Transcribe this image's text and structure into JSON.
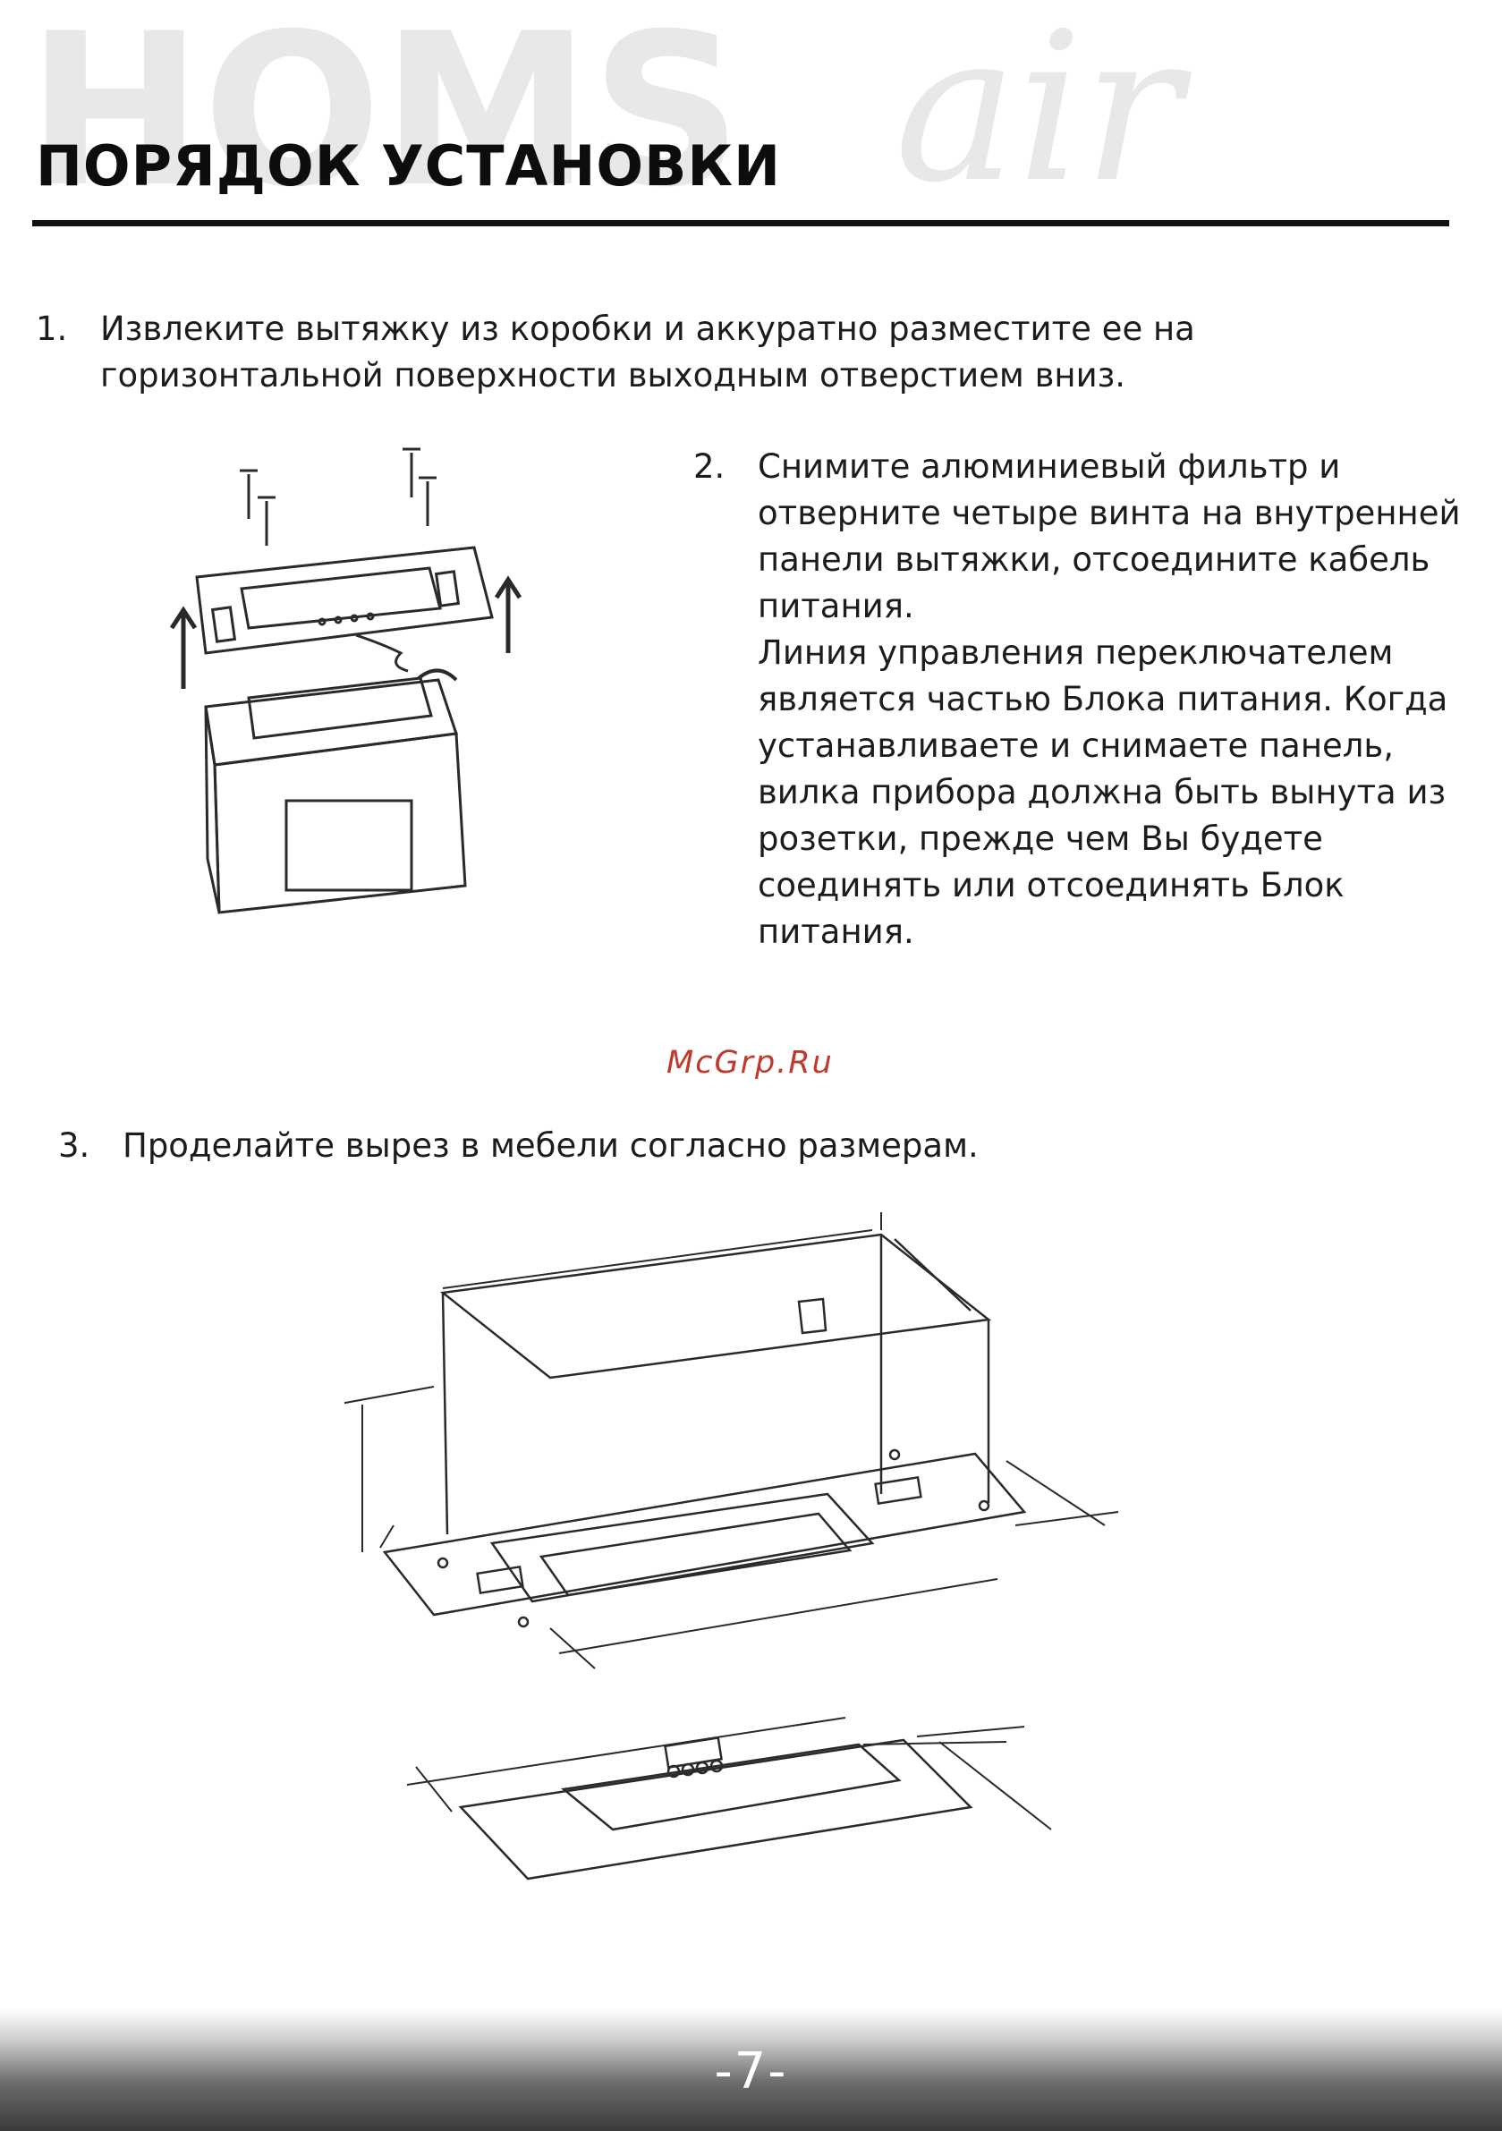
{
  "brand": {
    "logo_text": "HOMS",
    "logo_script": "air",
    "logo_color": "#e6e6e6"
  },
  "header": {
    "title": "ПОРЯДОК УСТАНОВКИ"
  },
  "steps": [
    {
      "number": "1.",
      "text": "Извлеките вытяжку из коробки и аккуратно разместите ее на горизонтальной поверхности выходным отверстием вниз."
    },
    {
      "number": "2.",
      "text": "Снимите алюминиевый фильтр и отверните четыре винта на внутренней панели вытяжки, отсоедините кабель питания.",
      "note": "Линия управления переключателем является частью Блока питания. Когда устанавливаете и снимаете панель, вилка прибора должна быть вынута из розетки, прежде чем Вы будете соединять или отсоединять Блок питания."
    },
    {
      "number": "3.",
      "text": "Проделайте вырез в мебели согласно размерам."
    }
  ],
  "site_mark": "McGrp.Ru",
  "site_mark_color": "#c0392b",
  "page_number": "-7-"
}
